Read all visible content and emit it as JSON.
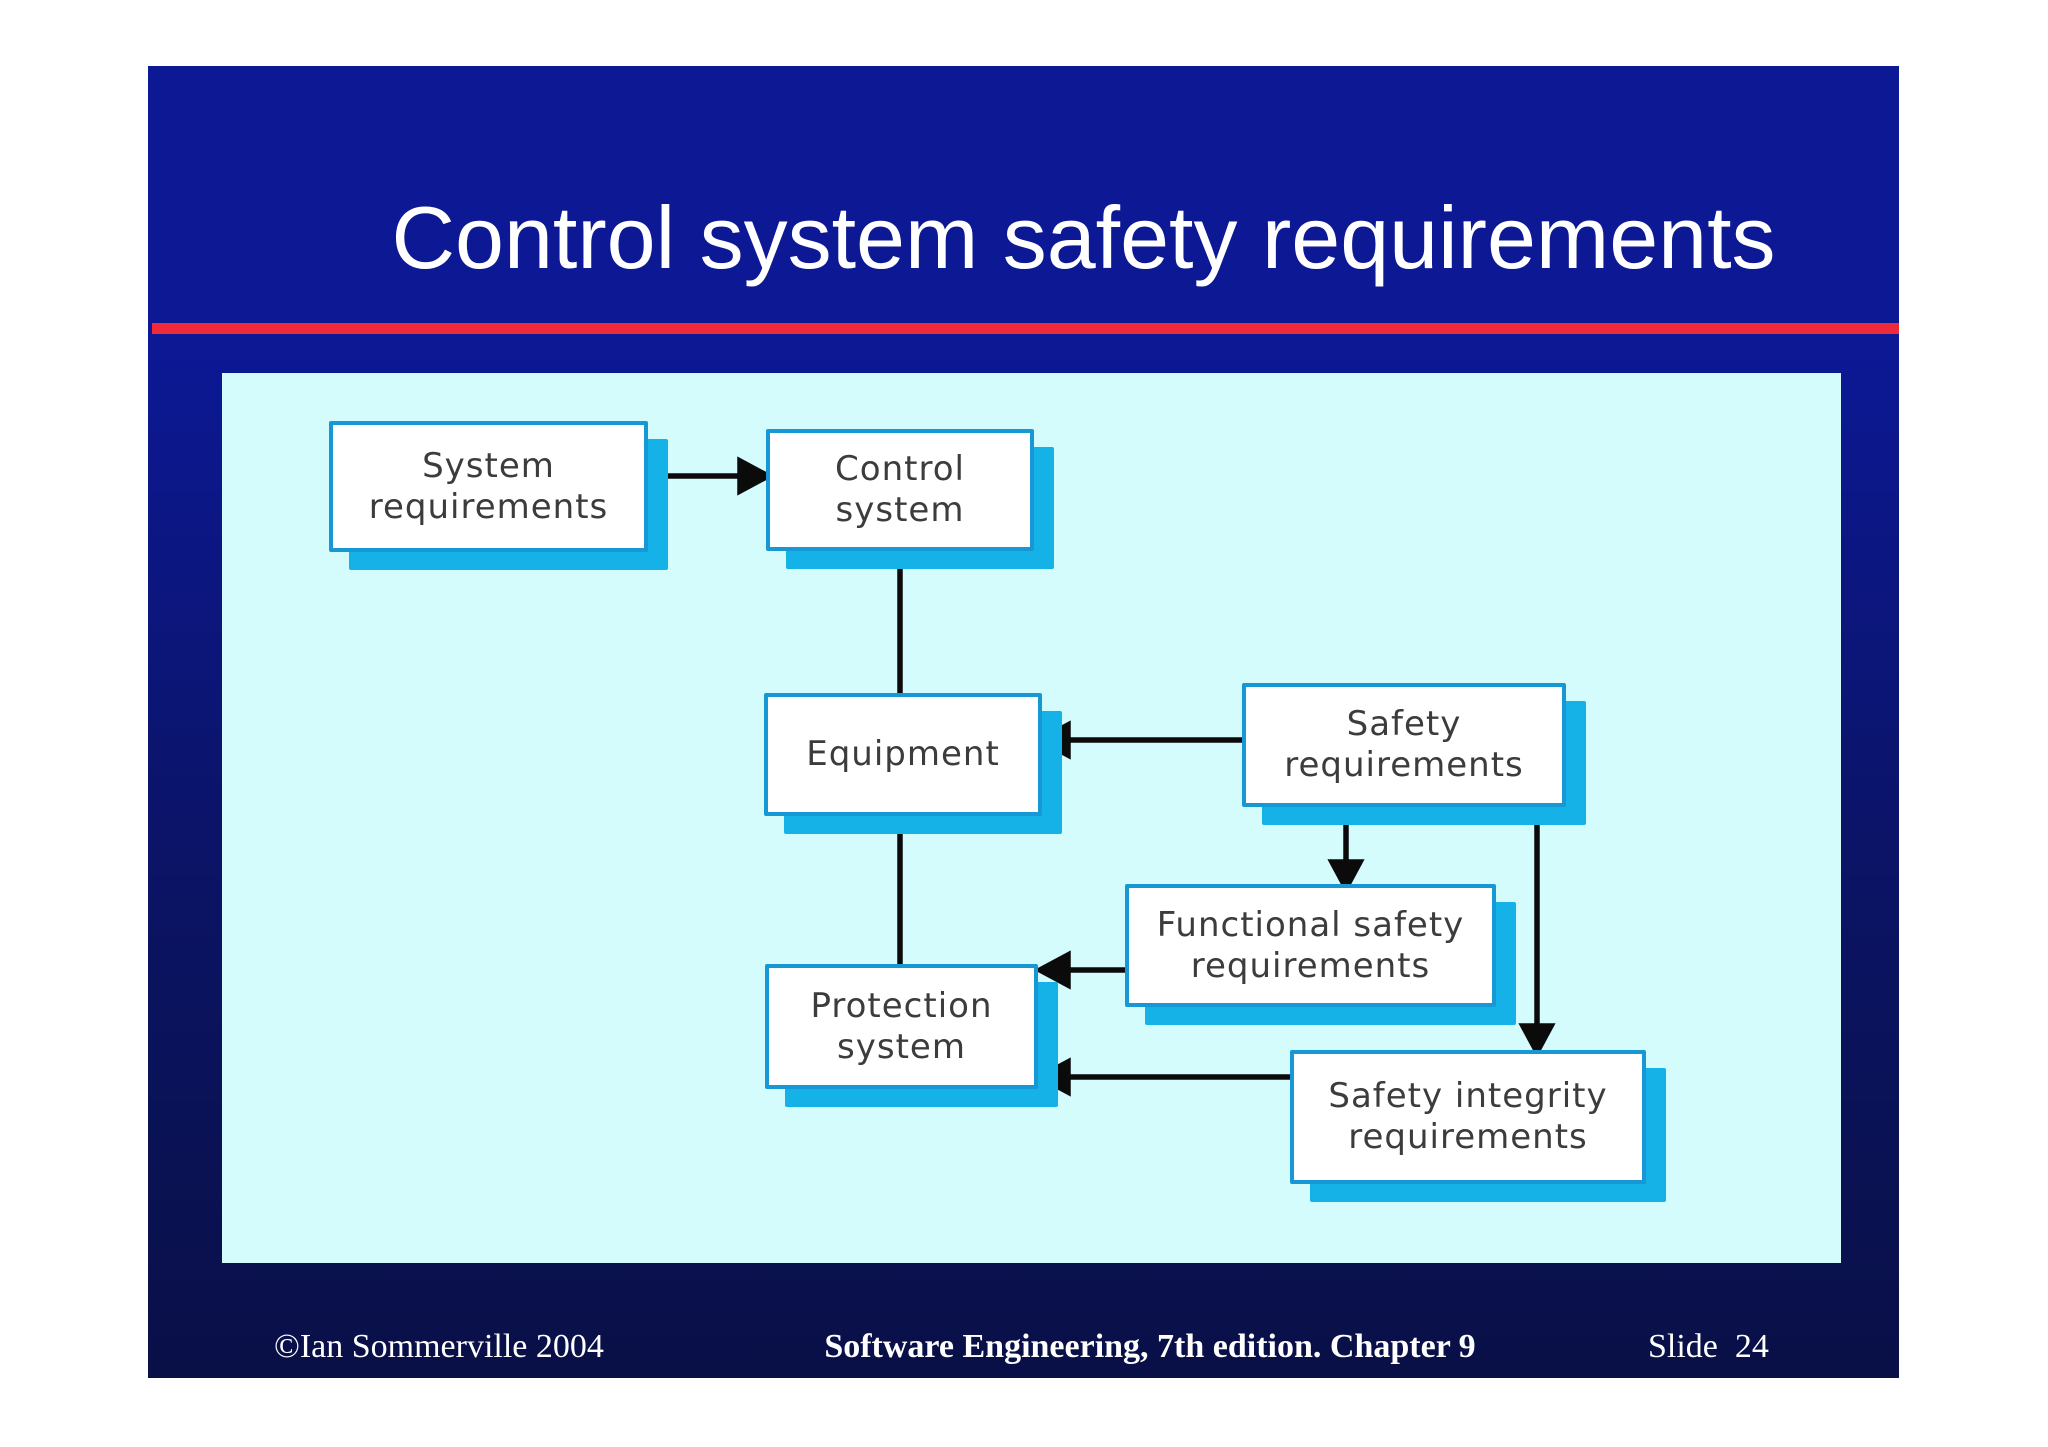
{
  "slide": {
    "title": "Control system safety requirements",
    "colors": {
      "slide_bg_top": "#0c1894",
      "slide_bg_bottom": "#091047",
      "accent_red": "#f0293b",
      "title_text": "#ffffff",
      "diagram_bg": "#d5fcfd",
      "box_fill": "#ffffff",
      "box_border": "#1897d5",
      "box_shadow": "#15b2e8",
      "box_text": "#3c3c3c",
      "connector": "#0b0b0b",
      "footer_text": "#ffffff"
    }
  },
  "diagram": {
    "boxes": [
      {
        "name": "system-requirements",
        "lines": [
          "System",
          "requirements"
        ]
      },
      {
        "name": "control-system",
        "lines": [
          "Control",
          "system"
        ]
      },
      {
        "name": "equipment",
        "lines": [
          "Equipment"
        ]
      },
      {
        "name": "safety-requirements",
        "lines": [
          "Safety",
          "requirements"
        ]
      },
      {
        "name": "functional-safety-requirements",
        "lines": [
          "Functional safety",
          "requirements"
        ]
      },
      {
        "name": "protection-system",
        "lines": [
          "Protection",
          "system"
        ]
      },
      {
        "name": "safety-integrity-requirements",
        "lines": [
          "Safety integrity",
          "requirements"
        ]
      }
    ],
    "connections": [
      {
        "from": "system-requirements",
        "to": "control-system",
        "arrowhead": true
      },
      {
        "from": "control-system",
        "to": "equipment",
        "arrowhead": false
      },
      {
        "from": "safety-requirements",
        "to": "equipment",
        "arrowhead": true
      },
      {
        "from": "equipment",
        "to": "protection-system",
        "arrowhead": false
      },
      {
        "from": "safety-requirements",
        "to": "functional-safety-requirements",
        "arrowhead": true
      },
      {
        "from": "safety-requirements",
        "to": "safety-integrity-requirements",
        "arrowhead": true
      },
      {
        "from": "functional-safety-requirements",
        "to": "protection-system",
        "arrowhead": true
      },
      {
        "from": "safety-integrity-requirements",
        "to": "protection-system",
        "arrowhead": true
      }
    ]
  },
  "footer": {
    "copyright": "©Ian Sommerville 2004",
    "center": "Software Engineering, 7th edition. Chapter 9",
    "slide_number": "Slide  24"
  }
}
